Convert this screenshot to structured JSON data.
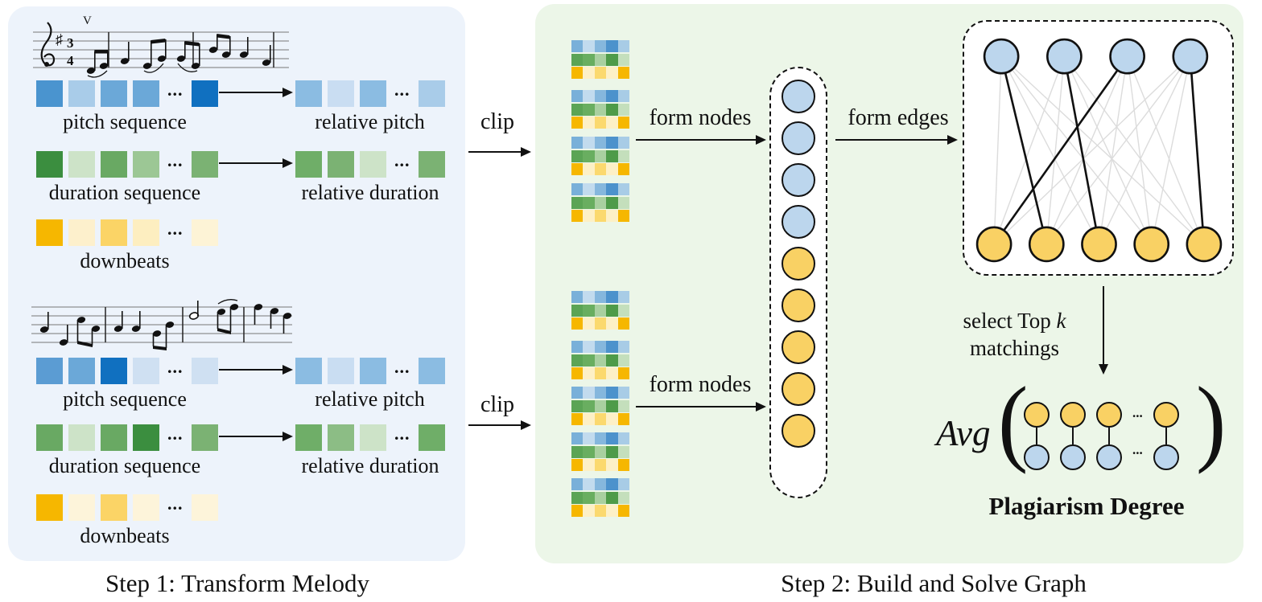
{
  "colors": {
    "panel1_bg": "#edf3fb",
    "panel2_bg": "#ecf6e8"
  },
  "step1": {
    "caption": "Step 1: Transform Melody",
    "melody_a": {
      "pitch": {
        "label": "pitch sequence",
        "cells": [
          "#4a94cf",
          "#a9cce9",
          "#6ba8d8",
          "#6ba8d8",
          "...",
          "#1070c0"
        ]
      },
      "relative_pitch": {
        "label": "relative pitch",
        "cells": [
          "#8bbce2",
          "#c9ddf2",
          "#8bbce2",
          "...",
          "#a9cce9"
        ]
      },
      "duration": {
        "label": "duration sequence",
        "cells": [
          "#3b8e3f",
          "#cde3c8",
          "#69a963",
          "#9cc795",
          "...",
          "#7bb273"
        ]
      },
      "relative_duration": {
        "label": "relative duration",
        "cells": [
          "#6fae68",
          "#7bb273",
          "#cde3c8",
          "...",
          "#7bb273"
        ]
      },
      "downbeats": {
        "label": "downbeats",
        "cells": [
          "#f6b700",
          "#fdf0cc",
          "#fbd466",
          "#fdeec0",
          "...",
          "#fdf3d6"
        ]
      }
    },
    "melody_b": {
      "pitch": {
        "label": "pitch sequence",
        "cells": [
          "#5b9cd3",
          "#6ba8d8",
          "#1070c0",
          "#cfe0f2",
          "...",
          "#cfe0f2"
        ]
      },
      "relative_pitch": {
        "label": "relative pitch",
        "cells": [
          "#8bbce2",
          "#c9ddf2",
          "#8bbce2",
          "...",
          "#8bbce2"
        ]
      },
      "duration": {
        "label": "duration sequence",
        "cells": [
          "#69a963",
          "#cde3c8",
          "#69a963",
          "#3b8e3f",
          "...",
          "#7bb273"
        ]
      },
      "relative_duration": {
        "label": "relative duration",
        "cells": [
          "#6fae68",
          "#8cbd85",
          "#cde3c8",
          "...",
          "#6fae68"
        ]
      },
      "downbeats": {
        "label": "downbeats",
        "cells": [
          "#f6b700",
          "#fdf4da",
          "#fbd466",
          "#fdf4da",
          "...",
          "#fdf4da"
        ]
      }
    }
  },
  "step2": {
    "caption": "Step 2: Build and Solve Graph",
    "clip_label": "clip",
    "form_nodes_label": "form nodes",
    "form_edges_label": "form edges",
    "select_top": "select Top",
    "k": "k",
    "matchings": "matchings",
    "avg_label": "Avg",
    "plagiarism_label": "Plagiarism Degree",
    "dots": "...",
    "clip_grid_rows": [
      [
        "#79b0d9",
        "#c2dbee",
        "#85b7dd",
        "#4c92cc",
        "#a8cce6"
      ],
      [
        "#5ba455",
        "#69ae60",
        "#a9d0a0",
        "#4e9b49",
        "#c4dfbc"
      ],
      [
        "#f6b700",
        "#fdf0c6",
        "#fbd96e",
        "#fdf0c6",
        "#f6b700"
      ]
    ],
    "clip_grid_top_count": 4,
    "clip_grid_bottom_count": 5,
    "node_colors": {
      "blue": "#bcd6ed",
      "yellow": "#f9d164",
      "stroke": "#111111"
    },
    "node_column": {
      "blue_count": 4,
      "yellow_count": 5
    },
    "bipartite": {
      "blue_count": 4,
      "yellow_count": 5,
      "gray_edge_color": "#dcdcdc",
      "black_edges": [
        [
          0,
          1
        ],
        [
          1,
          2
        ],
        [
          2,
          0
        ],
        [
          3,
          4
        ]
      ]
    },
    "avg_pairs": {
      "count": 4,
      "dots_after": 3
    }
  }
}
